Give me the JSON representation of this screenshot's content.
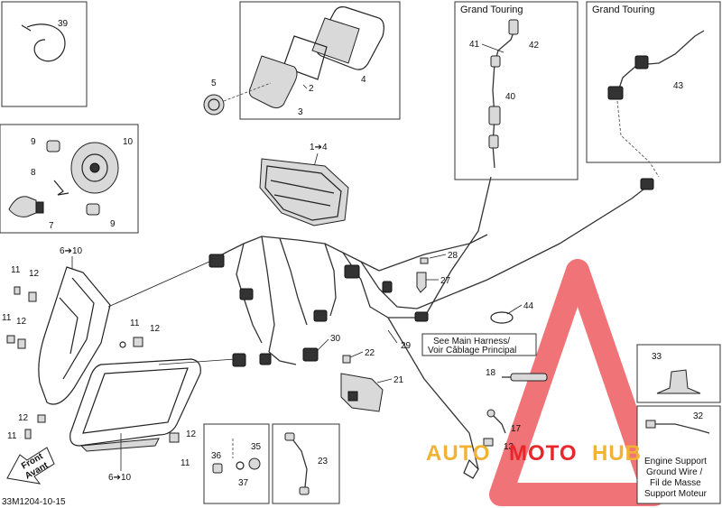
{
  "callouts": {
    "c39": "39",
    "c5": "5",
    "c2": "2",
    "c3": "3",
    "c4": "4",
    "c1to4": "1➔4",
    "c41": "41",
    "c42": "42",
    "c40": "40",
    "c43": "43",
    "c9a": "9",
    "c10": "10",
    "c8": "8",
    "c7": "7",
    "c9b": "9",
    "c6to10a": "6➔10",
    "c11a": "11",
    "c12a": "12",
    "c11b": "11",
    "c12b": "12",
    "c11c": "11",
    "c12c": "12",
    "c12d": "12",
    "c11d": "11",
    "c12e": "12",
    "c11e": "11",
    "c6to10b": "6➔10",
    "c28": "28",
    "c27": "27",
    "c44": "44",
    "c29": "29",
    "c30": "30",
    "c22": "22",
    "c21": "21",
    "c18": "18",
    "c17": "17",
    "c13": "13",
    "c33": "33",
    "c32": "32",
    "c36": "36",
    "c35": "35",
    "c37": "37",
    "c23": "23"
  },
  "headers": {
    "grand_touring_left": "Grand Touring",
    "grand_touring_right": "Grand Touring"
  },
  "notes": {
    "main_harness_en": "See Main Harness/",
    "main_harness_fr": "Voir Câblage Principal",
    "engine_1": "Engine Support",
    "engine_2": "Ground Wire /",
    "engine_3": "Fil de Masse",
    "engine_4": "Support Moteur",
    "front_1": "Front",
    "front_2": "Avant",
    "ref_code": "33M1204-10-15"
  },
  "watermark": {
    "text_auto": "AUTO",
    "text_moto": "MOTO",
    "text_hub": "HUB",
    "color_orange": "#f2b233",
    "color_red": "#e8262b"
  }
}
